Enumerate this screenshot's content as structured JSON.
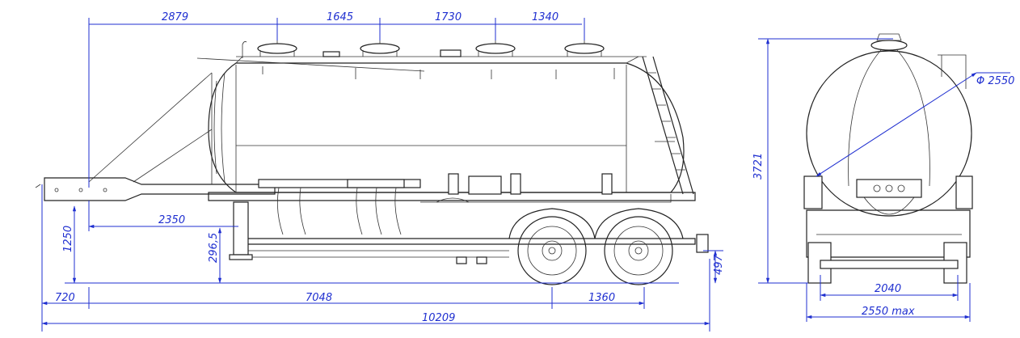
{
  "colors": {
    "dimension": "#1f2fd0",
    "outline": "#222222",
    "background": "#ffffff"
  },
  "side_view": {
    "top_dims": [
      "2879",
      "1645",
      "1730",
      "1340"
    ],
    "height_overall": "1250",
    "kingpin_offset": "2350",
    "support_leg_height": "296,5",
    "rear_height": "497",
    "bottom_dims": [
      "720",
      "7048",
      "1360"
    ],
    "total_length": "10209"
  },
  "rear_view": {
    "tank_diameter": "Φ 2550",
    "total_height": "3721",
    "track_width": "2040",
    "overall_width": "2550 max"
  }
}
